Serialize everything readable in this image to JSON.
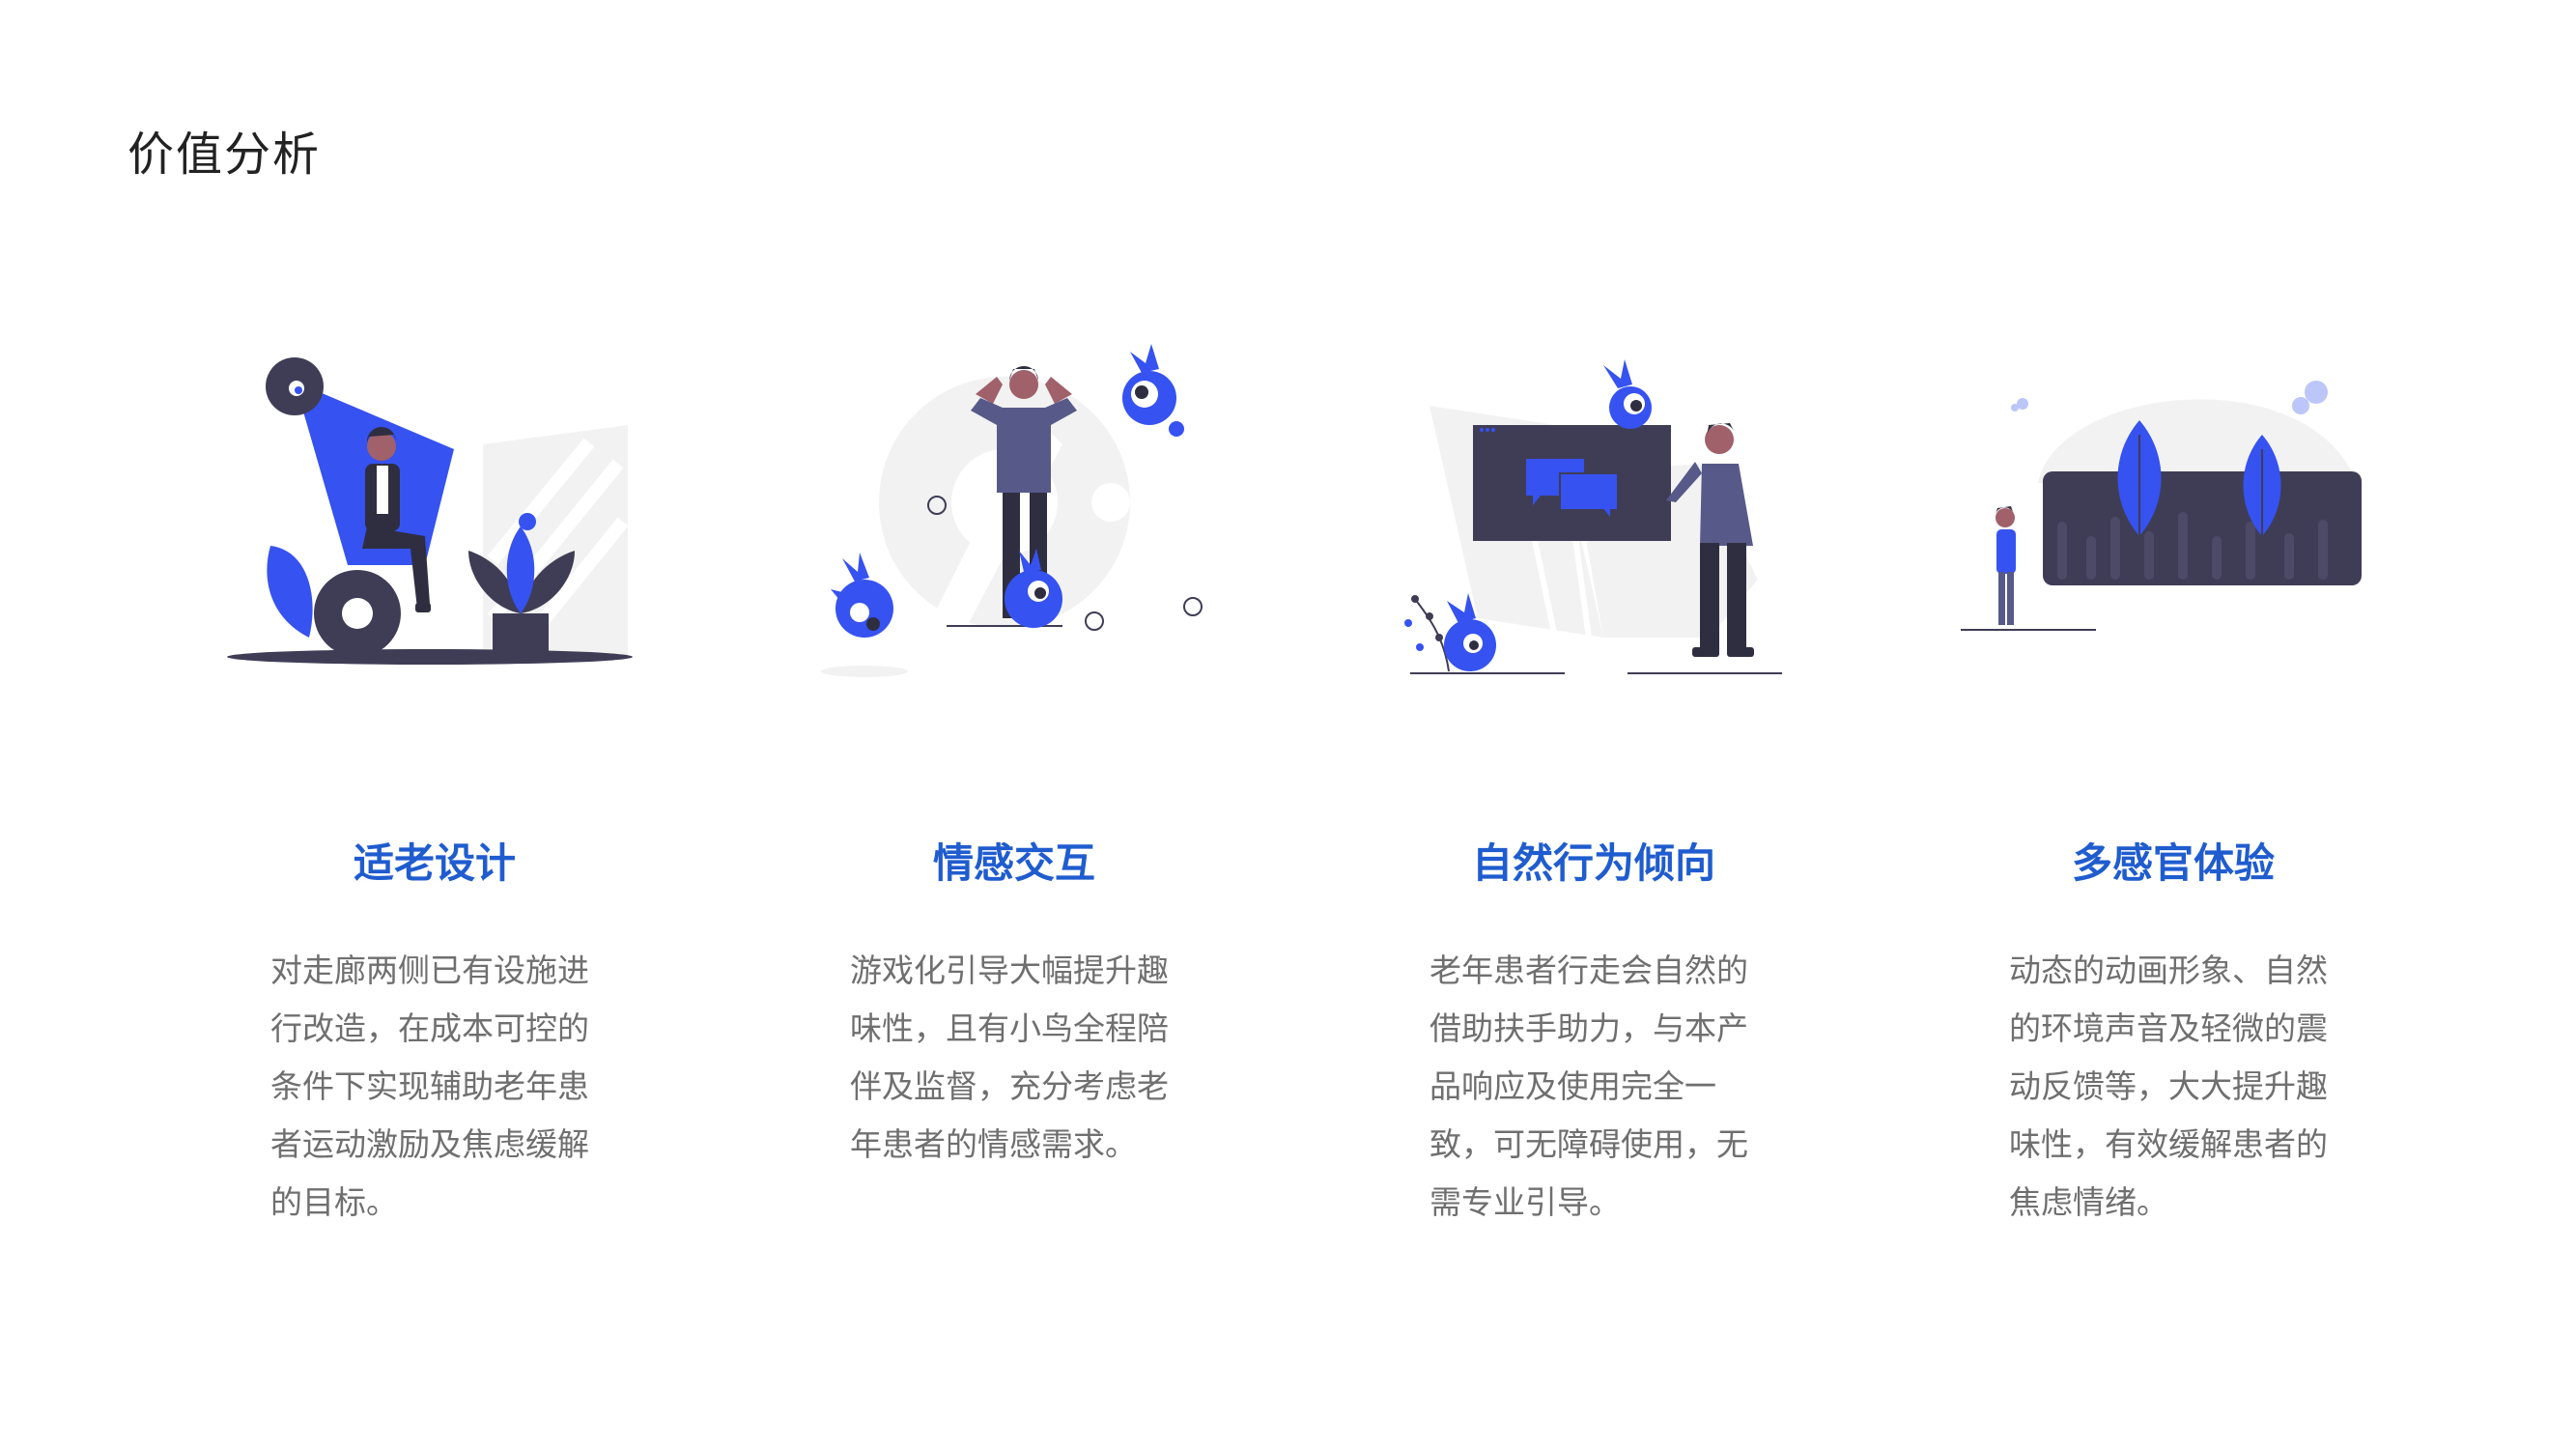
{
  "page": {
    "title": "价值分析"
  },
  "colors": {
    "accent": "#1f5ccf",
    "illustration_blue": "#3652f0",
    "dark": "#3f3d56",
    "light_gray": "#f2f2f2"
  },
  "cards": [
    {
      "illustration": "person-sitting-on-tire-illustration",
      "title": "适老设计",
      "description": "对走廊两侧已有设施进行改造，在成本可控的条件下实现辅助老年患者运动激励及焦虑缓解的目标。"
    },
    {
      "illustration": "person-with-birds-illustration",
      "title": "情感交互",
      "description": "游戏化引导大幅提升趣味性，且有小鸟全程陪伴及监督，充分考虑老年患者的情感需求。"
    },
    {
      "illustration": "person-presenting-chat-board-illustration",
      "title": "自然行为倾向",
      "description": "老年患者行走会自然的借助扶手助力，与本产品响应及使用完全一致，可无障碍使用，无需专业引导。"
    },
    {
      "illustration": "person-facing-leaf-wall-illustration",
      "title": "多感官体验",
      "description": "动态的动画形象、自然的环境声音及轻微的震动反馈等，大大提升趣味性，有效缓解患者的焦虑情绪。"
    }
  ]
}
